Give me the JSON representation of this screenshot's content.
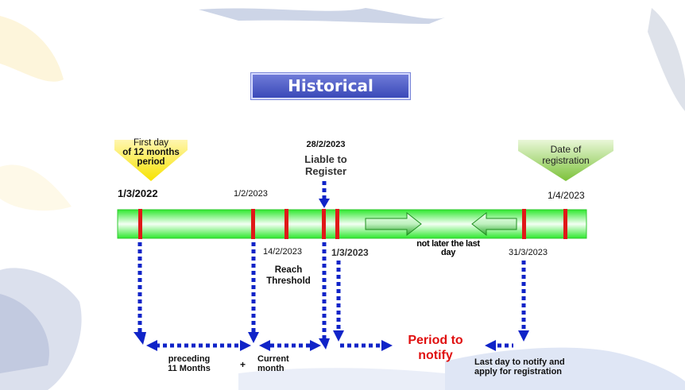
{
  "title": "Historical Method",
  "first_day": {
    "line1": "First day",
    "line2": "of 12 months",
    "line3": "period"
  },
  "date_of_registration": {
    "line1": "Date of",
    "line2": "registration"
  },
  "dates": {
    "start": "1/3/2022",
    "feb1": "1/2/2023",
    "liable_date": "28/2/2023",
    "apr1": "1/4/2023",
    "threshold_date": "14/2/2023",
    "mar1": "1/3/2023",
    "last_day_date": "31/3/2023"
  },
  "liable": {
    "line1": "Liable to",
    "line2": "Register"
  },
  "threshold": {
    "line1": "Reach",
    "line2": "Threshold"
  },
  "not_later": {
    "line1": "not later the last",
    "line2": "day"
  },
  "preceding": {
    "line1": "preceding",
    "line2": "11 Months"
  },
  "plus": "+",
  "current": {
    "line1": "Current",
    "line2": "month"
  },
  "period_notify": {
    "line1": "Period to",
    "line2": "notify"
  },
  "last_day": {
    "line1": "Last day to notify and",
    "line2": "apply for registration"
  },
  "colors": {
    "bar": "#22ee22",
    "marker": "#e01818",
    "arrow": "#1024c8",
    "title_bg": "#4a58c8",
    "notify": "#e01010"
  }
}
